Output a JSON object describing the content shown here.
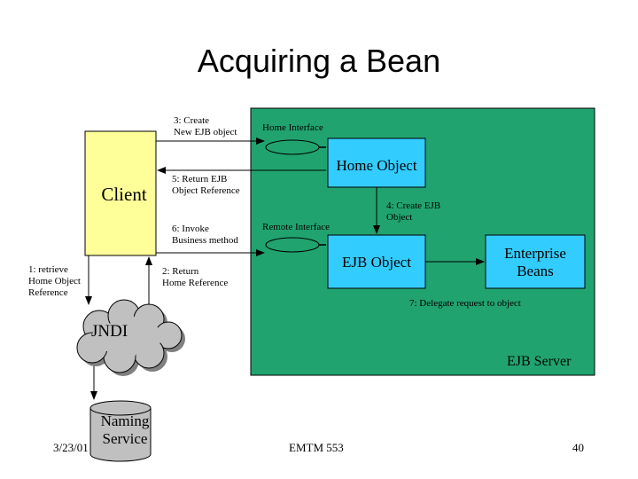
{
  "title": "Acquiring a Bean",
  "nodes": {
    "client": "Client",
    "home_object": "Home Object",
    "ejb_object": "EJB Object",
    "enterprise_beans": "Enterprise\nBeans",
    "jndi": "JNDI",
    "naming_service": "Naming\nService",
    "ejb_server": "EJB Server"
  },
  "labels": {
    "home_interface": "Home Interface",
    "remote_interface": "Remote Interface",
    "step1": "1: retrieve\nHome Object\nReference",
    "step2": "2: Return\nHome Reference",
    "step3": "3: Create\nNew EJB object",
    "step4": "4: Create EJB\nObject",
    "step5": "5: Return EJB\nObject Reference",
    "step6": "6: Invoke\nBusiness method",
    "step7": "7: Delegate request to object"
  },
  "footer": {
    "date": "3/23/01",
    "course": "EMTM 553",
    "page": "40"
  },
  "colors": {
    "server_fill": "#21a36f",
    "client_fill": "#ffff99",
    "object_fill": "#33ccff",
    "cloud_fill": "#c0c0c0",
    "cylinder_fill": "#c0c0c0"
  }
}
